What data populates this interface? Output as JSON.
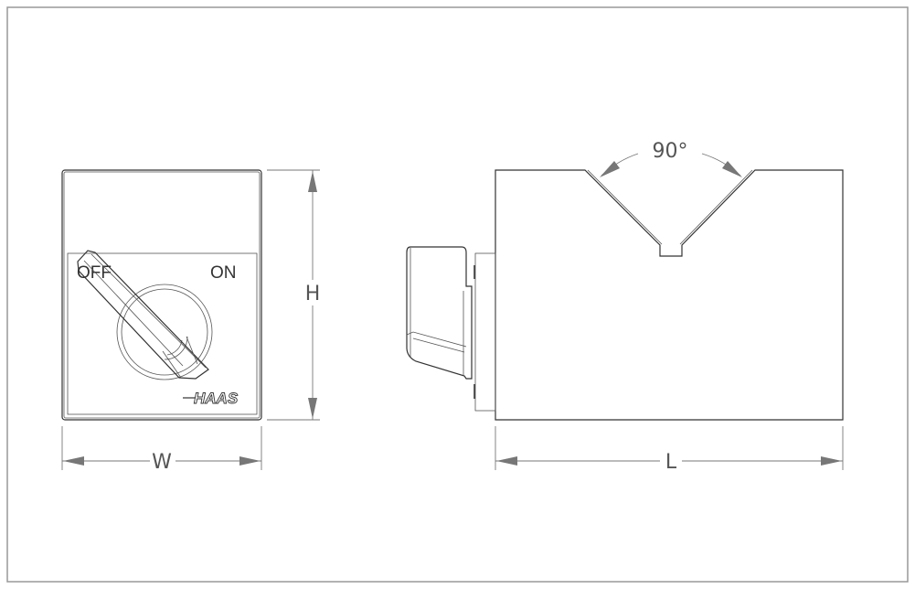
{
  "drawing": {
    "front_view": {
      "switch_off_label": "OFF",
      "switch_on_label": "ON",
      "logo_text": "HAAS"
    },
    "dimensions": {
      "height": "H",
      "width": "W",
      "length": "L",
      "groove_angle": "90°"
    },
    "colors": {
      "line": "#333333",
      "dimension": "#777777",
      "border": "#999999"
    }
  }
}
